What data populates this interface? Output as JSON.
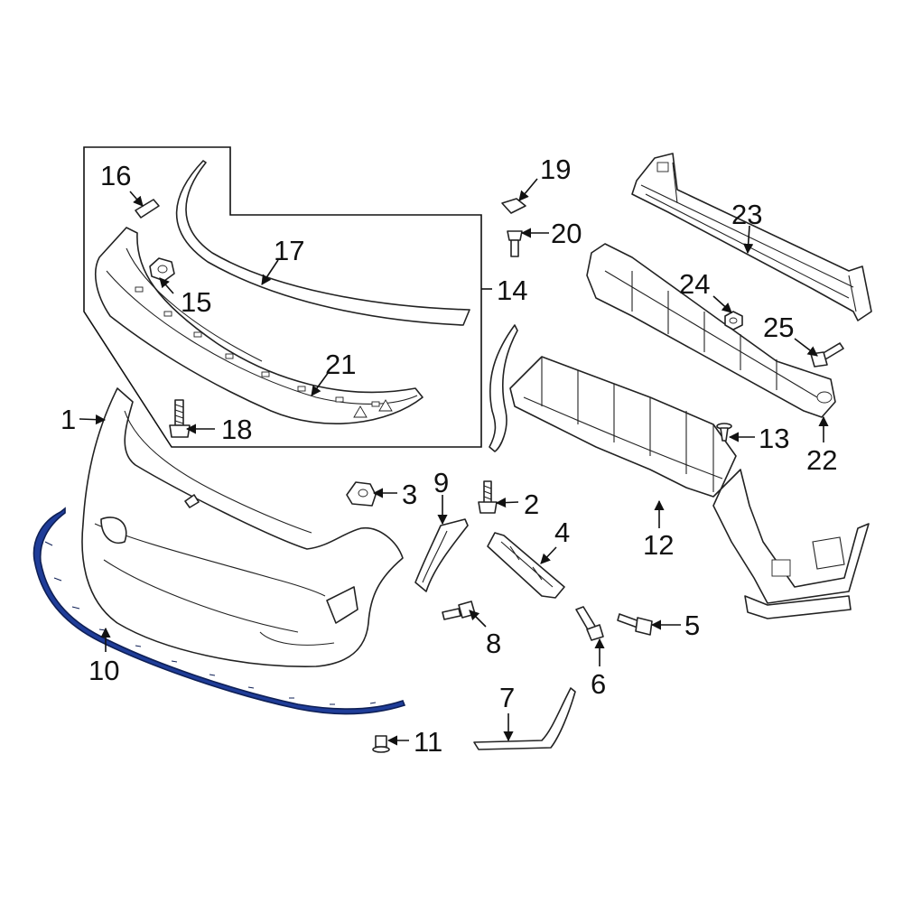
{
  "diagram": {
    "highlight_color": "#1f3d99",
    "callouts": [
      {
        "id": "c1",
        "text": "1"
      },
      {
        "id": "c2",
        "text": "2"
      },
      {
        "id": "c3",
        "text": "3"
      },
      {
        "id": "c4",
        "text": "4"
      },
      {
        "id": "c5",
        "text": "5"
      },
      {
        "id": "c6",
        "text": "6"
      },
      {
        "id": "c7",
        "text": "7"
      },
      {
        "id": "c8",
        "text": "8"
      },
      {
        "id": "c9",
        "text": "9"
      },
      {
        "id": "c10",
        "text": "10"
      },
      {
        "id": "c11",
        "text": "11"
      },
      {
        "id": "c12",
        "text": "12"
      },
      {
        "id": "c13",
        "text": "13"
      },
      {
        "id": "c14",
        "text": "14"
      },
      {
        "id": "c15",
        "text": "15"
      },
      {
        "id": "c16",
        "text": "16"
      },
      {
        "id": "c17",
        "text": "17"
      },
      {
        "id": "c18",
        "text": "18"
      },
      {
        "id": "c19",
        "text": "19"
      },
      {
        "id": "c20",
        "text": "20"
      },
      {
        "id": "c21",
        "text": "21"
      },
      {
        "id": "c22",
        "text": "22"
      },
      {
        "id": "c23",
        "text": "23"
      },
      {
        "id": "c24",
        "text": "24"
      },
      {
        "id": "c25",
        "text": "25"
      }
    ]
  }
}
